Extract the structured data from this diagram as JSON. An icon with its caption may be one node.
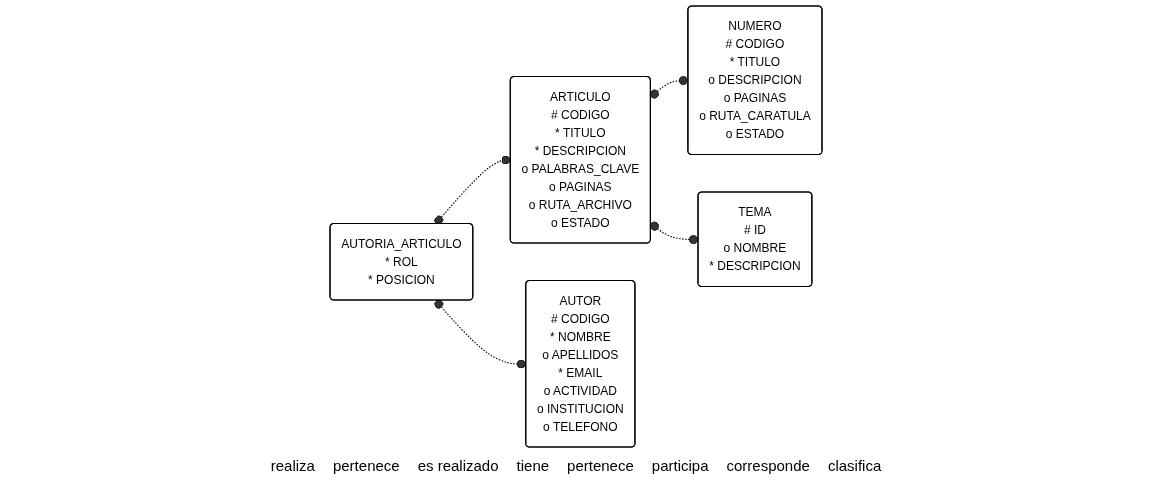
{
  "diagram": {
    "nodes": [
      {
        "text": [
          "AUTORIA_ARTICULO",
          "* ROL",
          "* POSICION"
        ]
      },
      {
        "text": [
          "ARTICULO",
          "# CODIGO",
          "* TITULO",
          "* DESCRIPCION",
          "o PALABRAS_CLAVE",
          "o PAGINAS",
          "o RUTA_ARCHIVO",
          "o ESTADO"
        ]
      },
      {
        "text": [
          "NUMERO",
          "# CODIGO",
          "* TITULO",
          "o DESCRIPCION",
          "o PAGINAS",
          "o RUTA_CARATULA",
          "o ESTADO"
        ]
      },
      {
        "text": [
          "AUTOR",
          "# CODIGO",
          "* NOMBRE",
          "o APELLIDOS",
          "* EMAIL",
          "o ACTIVIDAD",
          "o INSTITUCION",
          "o TELEFONO"
        ]
      },
      {
        "text": [
          "TEMA",
          "# ID",
          "o NOMBRE",
          "* DESCRIPCION"
        ]
      }
    ],
    "edges": [
      {
        "from": 0,
        "to": 1,
        "arrow": "other",
        "style": "dashed"
      },
      {
        "from": 1,
        "to": 2,
        "arrow": "other",
        "style": "dashed"
      },
      {
        "from": 0,
        "to": 3,
        "arrow": "other",
        "style": "dashed"
      },
      {
        "from": 1,
        "to": 4,
        "arrow": "other",
        "style": "dashed"
      }
    ],
    "labels": [
      "realiza",
      "pertenece",
      "es realizado",
      "tiene",
      "pertenece",
      "participa",
      "corresponde",
      "clasifica"
    ]
  }
}
